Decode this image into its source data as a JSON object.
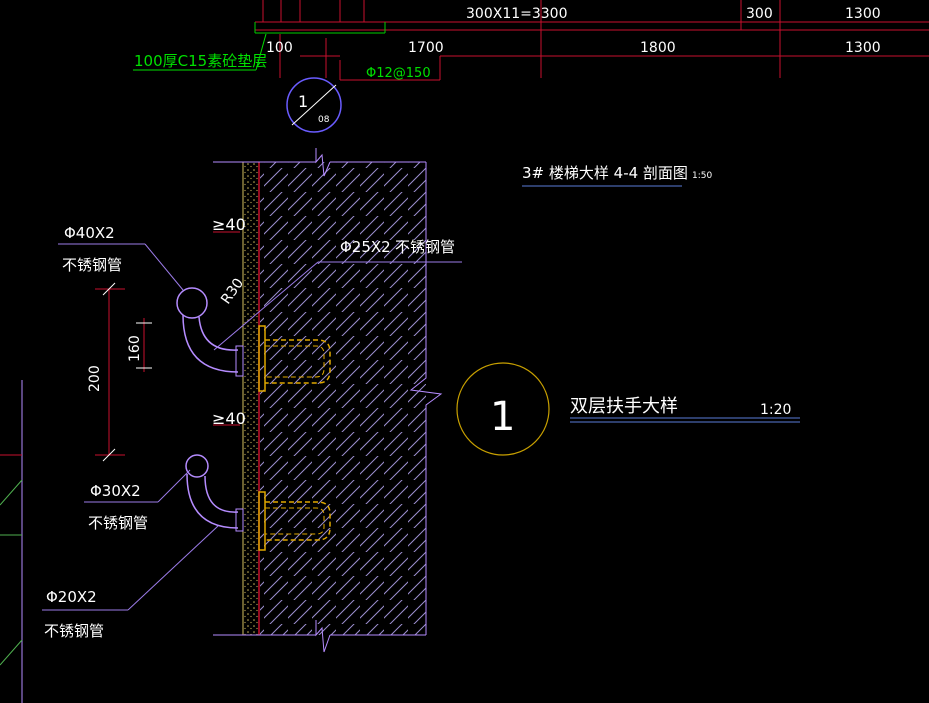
{
  "colors": {
    "background": "#000000",
    "dimension_red": "#c8102e",
    "annotation_white": "#ffffff",
    "leader_violet": "#9b7be8",
    "wall_outline": "#b58cff",
    "hatch": "#9c8fd0",
    "green_note": "#00e000",
    "plate_yellow": "#e0a800",
    "callout_circle": "#c8a000",
    "blue_line": "#5a7dd8"
  },
  "top_dimensions": {
    "row1": [
      "300X11=3300",
      "300",
      "1300"
    ],
    "row2": [
      "100",
      "1700",
      "1800",
      "1300"
    ]
  },
  "notes": {
    "cushion_layer": "100厚C15素砼垫层",
    "rebar": "Φ12@150"
  },
  "section_marker": {
    "number": "1",
    "sheet": "08"
  },
  "drawing_title": {
    "text": "3# 楼梯大样 4-4 剖面图",
    "scale": "1:50"
  },
  "detail_title": {
    "number": "1",
    "text": "双层扶手大样",
    "scale": "1:20"
  },
  "dimensions": {
    "top_offset": "≥40",
    "mid_offset": "≥40",
    "radius": "R30",
    "rail_gap": "160",
    "total_height": "200"
  },
  "pipes": [
    {
      "size": "Φ40X2",
      "material": "不锈钢管"
    },
    {
      "size": "Φ25X2",
      "material": "不锈钢管"
    },
    {
      "size": "Φ30X2",
      "material": "不锈钢管"
    },
    {
      "size": "Φ20X2",
      "material": "不锈钢管"
    }
  ],
  "icons": {
    "section_marker": "section-cut-symbol-icon",
    "detail_marker": "detail-callout-icon",
    "break_line": "zigzag-break-icon"
  }
}
